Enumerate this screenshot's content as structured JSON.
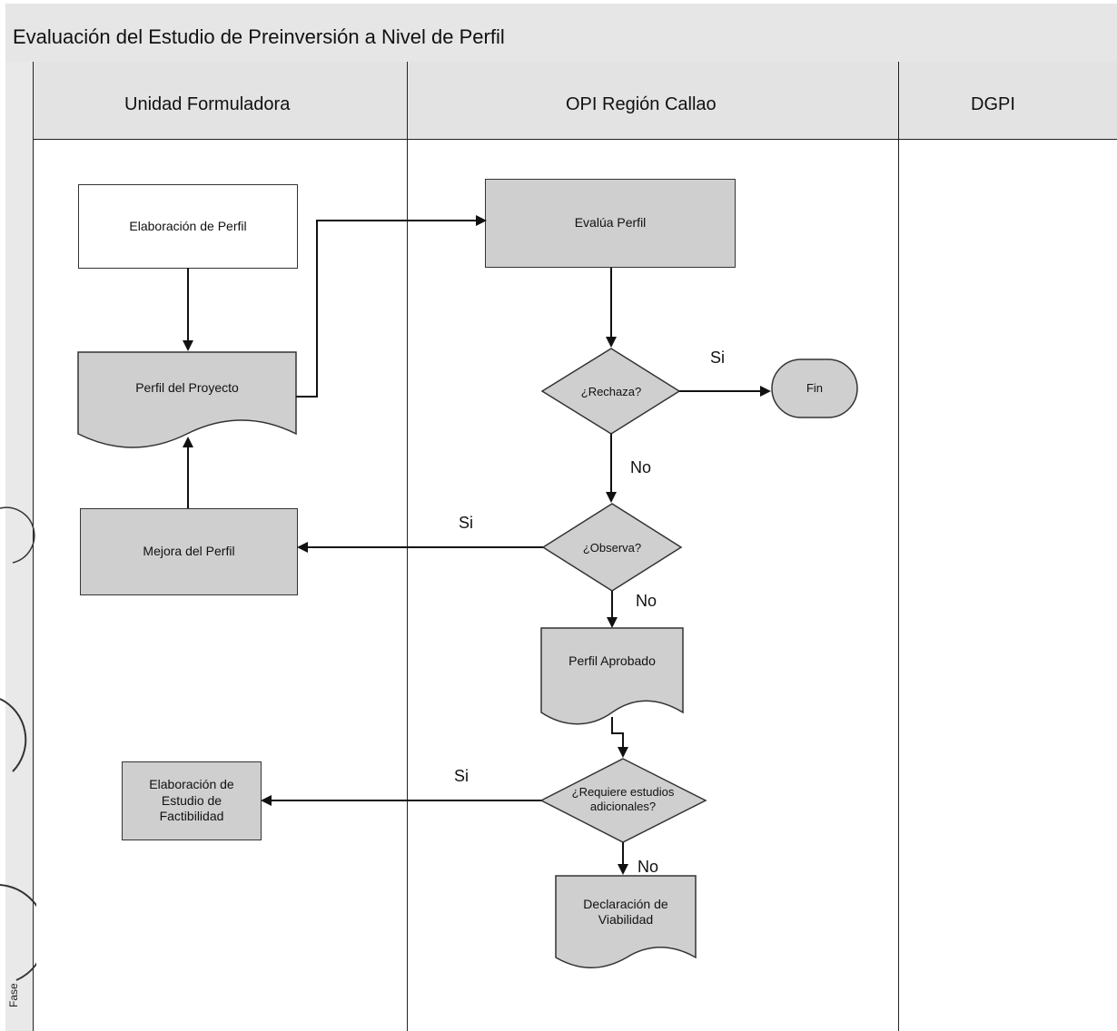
{
  "title": "Evaluación del Estudio de Preinversión a Nivel de Perfil",
  "sidebar_label": "Fase",
  "lanes": {
    "unidad": "Unidad Formuladora",
    "opi": "OPI Región Callao",
    "dgpi": "DGPI"
  },
  "nodes": {
    "elaboracion_perfil": "Elaboración de Perfil",
    "perfil_proyecto": "Perfil del Proyecto",
    "mejora_perfil": "Mejora del Perfil",
    "elaboracion_factibilidad": "Elaboración de Estudio de Factibilidad",
    "evalua_perfil": "Evalúa Perfil",
    "rechaza": "¿Rechaza?",
    "fin": "Fin",
    "observa": "¿Observa?",
    "perfil_aprobado": "Perfil Aprobado",
    "requiere": "¿Requiere estudios adicionales?",
    "declaracion": "Declaración de Viabilidad"
  },
  "edges": {
    "rechaza_si": "Si",
    "rechaza_no": "No",
    "observa_si": "Si",
    "observa_no": "No",
    "requiere_si": "Si",
    "requiere_no": "No"
  }
}
